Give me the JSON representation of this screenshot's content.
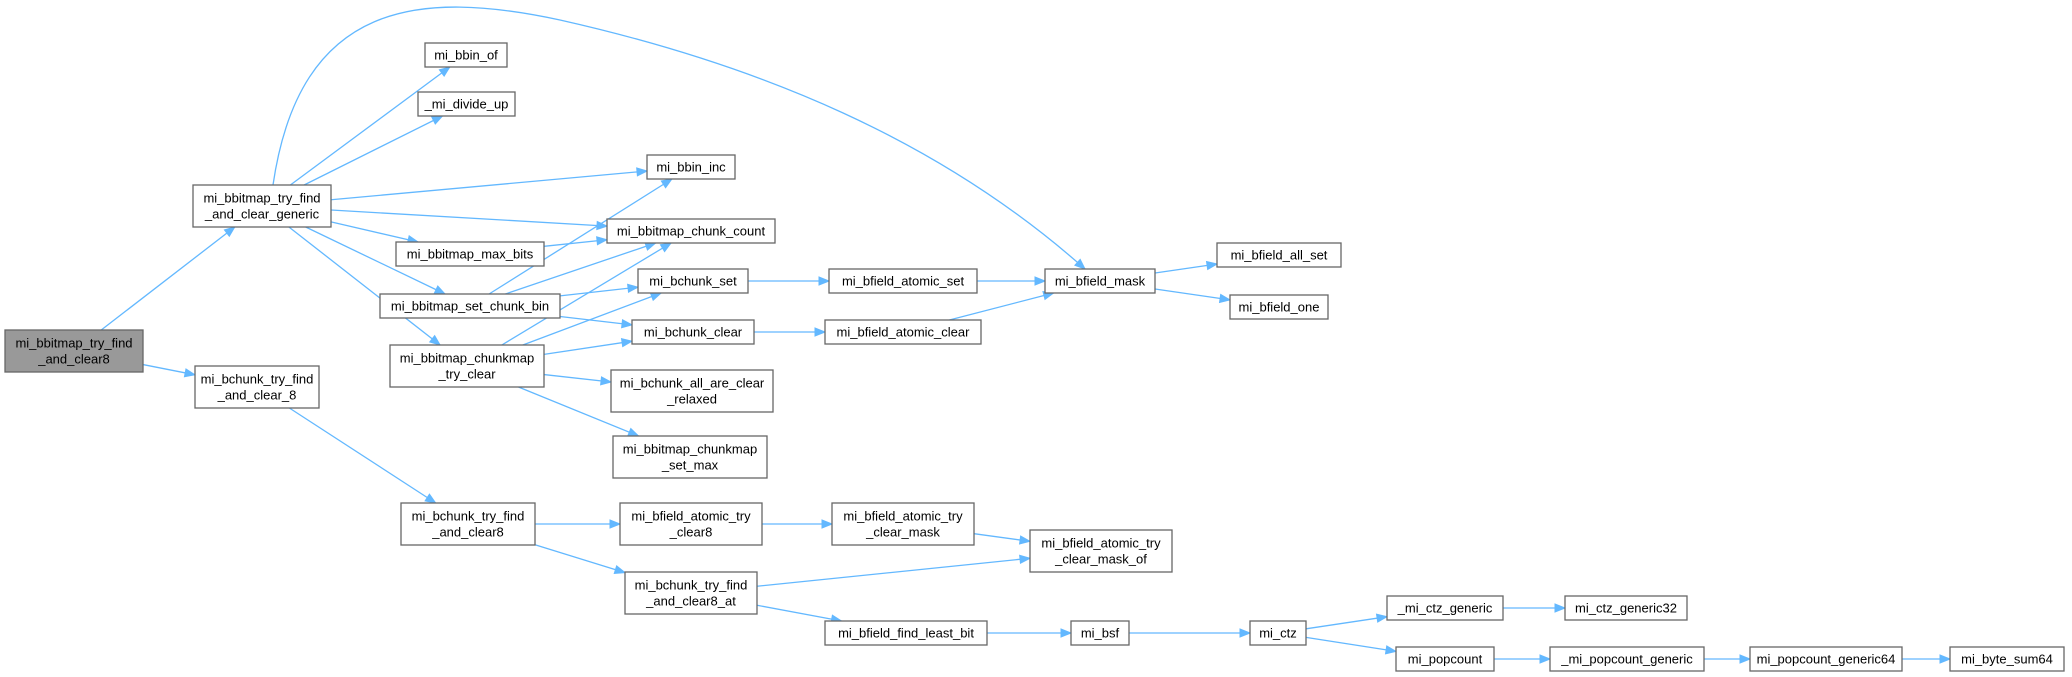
{
  "colors": {
    "edge": "#63b8ff",
    "node_border": "#666666",
    "node_fill": "#ffffff",
    "root_fill": "#999999"
  },
  "nodes": [
    {
      "id": "n0",
      "lines": [
        "mi_bbitmap_try_find",
        "_and_clear8"
      ],
      "root": true
    },
    {
      "id": "n1",
      "lines": [
        "mi_bbitmap_try_find",
        "_and_clear_generic"
      ]
    },
    {
      "id": "n2",
      "lines": [
        "mi_bchunk_try_find",
        "_and_clear_8"
      ]
    },
    {
      "id": "n3",
      "lines": [
        "mi_bbin_of"
      ]
    },
    {
      "id": "n4",
      "lines": [
        "_mi_divide_up"
      ]
    },
    {
      "id": "n5",
      "lines": [
        "mi_bbin_inc"
      ]
    },
    {
      "id": "n6",
      "lines": [
        "mi_bbitmap_chunk_count"
      ]
    },
    {
      "id": "n7",
      "lines": [
        "mi_bbitmap_max_bits"
      ]
    },
    {
      "id": "n8",
      "lines": [
        "mi_bbitmap_set_chunk_bin"
      ]
    },
    {
      "id": "n9",
      "lines": [
        "mi_bbitmap_chunkmap",
        "_try_clear"
      ]
    },
    {
      "id": "n10",
      "lines": [
        "mi_bchunk_set"
      ]
    },
    {
      "id": "n11",
      "lines": [
        "mi_bchunk_clear"
      ]
    },
    {
      "id": "n12",
      "lines": [
        "mi_bchunk_all_are_clear",
        "_relaxed"
      ]
    },
    {
      "id": "n13",
      "lines": [
        "mi_bbitmap_chunkmap",
        "_set_max"
      ]
    },
    {
      "id": "n14",
      "lines": [
        "mi_bfield_atomic_set"
      ]
    },
    {
      "id": "n15",
      "lines": [
        "mi_bfield_atomic_clear"
      ]
    },
    {
      "id": "n16",
      "lines": [
        "mi_bfield_mask"
      ]
    },
    {
      "id": "n17",
      "lines": [
        "mi_bfield_all_set"
      ]
    },
    {
      "id": "n18",
      "lines": [
        "mi_bfield_one"
      ]
    },
    {
      "id": "n19",
      "lines": [
        "mi_bchunk_try_find",
        "_and_clear8"
      ]
    },
    {
      "id": "n20",
      "lines": [
        "mi_bfield_atomic_try",
        "_clear8"
      ]
    },
    {
      "id": "n21",
      "lines": [
        "mi_bfield_atomic_try",
        "_clear_mask"
      ]
    },
    {
      "id": "n22",
      "lines": [
        "mi_bfield_atomic_try",
        "_clear_mask_of"
      ]
    },
    {
      "id": "n23",
      "lines": [
        "mi_bchunk_try_find",
        "_and_clear8_at"
      ]
    },
    {
      "id": "n24",
      "lines": [
        "mi_bfield_find_least_bit"
      ]
    },
    {
      "id": "n25",
      "lines": [
        "mi_bsf"
      ]
    },
    {
      "id": "n26",
      "lines": [
        "mi_ctz"
      ]
    },
    {
      "id": "n27",
      "lines": [
        "_mi_ctz_generic"
      ]
    },
    {
      "id": "n28",
      "lines": [
        "mi_ctz_generic32"
      ]
    },
    {
      "id": "n29",
      "lines": [
        "mi_popcount"
      ]
    },
    {
      "id": "n30",
      "lines": [
        "_mi_popcount_generic"
      ]
    },
    {
      "id": "n31",
      "lines": [
        "mi_popcount_generic64"
      ]
    },
    {
      "id": "n32",
      "lines": [
        "mi_byte_sum64"
      ]
    }
  ],
  "edges": [
    [
      "n0",
      "n1"
    ],
    [
      "n0",
      "n2"
    ],
    [
      "n1",
      "n3"
    ],
    [
      "n1",
      "n4"
    ],
    [
      "n1",
      "n5"
    ],
    [
      "n1",
      "n6"
    ],
    [
      "n1",
      "n7"
    ],
    [
      "n1",
      "n8"
    ],
    [
      "n1",
      "n9"
    ],
    [
      "n1",
      "n16"
    ],
    [
      "n2",
      "n19"
    ],
    [
      "n7",
      "n6"
    ],
    [
      "n8",
      "n5"
    ],
    [
      "n8",
      "n6"
    ],
    [
      "n8",
      "n10"
    ],
    [
      "n8",
      "n11"
    ],
    [
      "n9",
      "n6"
    ],
    [
      "n9",
      "n10"
    ],
    [
      "n9",
      "n11"
    ],
    [
      "n9",
      "n12"
    ],
    [
      "n9",
      "n13"
    ],
    [
      "n10",
      "n14"
    ],
    [
      "n11",
      "n15"
    ],
    [
      "n14",
      "n16"
    ],
    [
      "n15",
      "n16"
    ],
    [
      "n16",
      "n17"
    ],
    [
      "n16",
      "n18"
    ],
    [
      "n19",
      "n20"
    ],
    [
      "n19",
      "n23"
    ],
    [
      "n20",
      "n21"
    ],
    [
      "n21",
      "n22"
    ],
    [
      "n23",
      "n22"
    ],
    [
      "n23",
      "n24"
    ],
    [
      "n24",
      "n25"
    ],
    [
      "n25",
      "n26"
    ],
    [
      "n26",
      "n27"
    ],
    [
      "n26",
      "n29"
    ],
    [
      "n27",
      "n28"
    ],
    [
      "n29",
      "n30"
    ],
    [
      "n30",
      "n31"
    ],
    [
      "n31",
      "n32"
    ]
  ]
}
